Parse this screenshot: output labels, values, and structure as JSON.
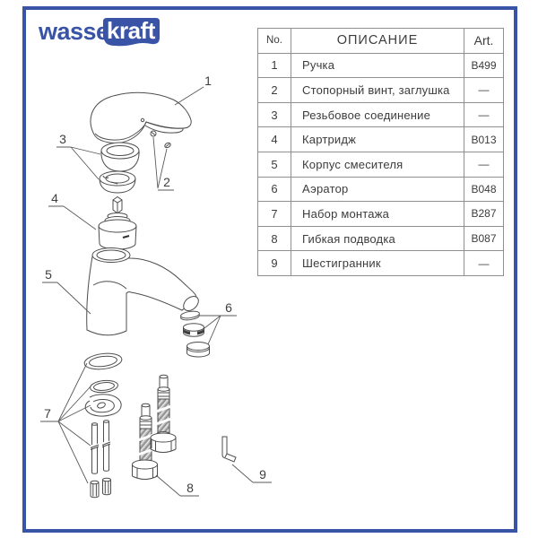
{
  "colors": {
    "brand_blue": "#3954a6",
    "line_gray": "#4d4d4d"
  },
  "logo": {
    "wasser": "wasser",
    "kraft": "kraft"
  },
  "parts_table": {
    "headers": {
      "no": "No.",
      "description": "ОПИСАНИЕ",
      "art": "Art."
    },
    "rows": [
      {
        "no": "1",
        "description": "Ручка",
        "art": "B499"
      },
      {
        "no": "2",
        "description": "Стопорный винт, заглушка",
        "art": "—"
      },
      {
        "no": "3",
        "description": "Резьбовое соединение",
        "art": "—"
      },
      {
        "no": "4",
        "description": "Картридж",
        "art": "B013"
      },
      {
        "no": "5",
        "description": "Корпус смесителя",
        "art": "—"
      },
      {
        "no": "6",
        "description": "Аэратор",
        "art": "B048"
      },
      {
        "no": "7",
        "description": "Набор монтажа",
        "art": "B287"
      },
      {
        "no": "8",
        "description": "Гибкая подводка",
        "art": "B087"
      },
      {
        "no": "9",
        "description": "Шестигранник",
        "art": "—"
      }
    ]
  },
  "diagram": {
    "callouts": [
      {
        "number": "1",
        "part": "handle"
      },
      {
        "number": "2",
        "part": "stop-screw-plug"
      },
      {
        "number": "3",
        "part": "threaded-connection"
      },
      {
        "number": "4",
        "part": "cartridge"
      },
      {
        "number": "5",
        "part": "mixer-body"
      },
      {
        "number": "6",
        "part": "aerator"
      },
      {
        "number": "7",
        "part": "mounting-set"
      },
      {
        "number": "8",
        "part": "flexible-hoses"
      },
      {
        "number": "9",
        "part": "hex-key"
      }
    ]
  }
}
